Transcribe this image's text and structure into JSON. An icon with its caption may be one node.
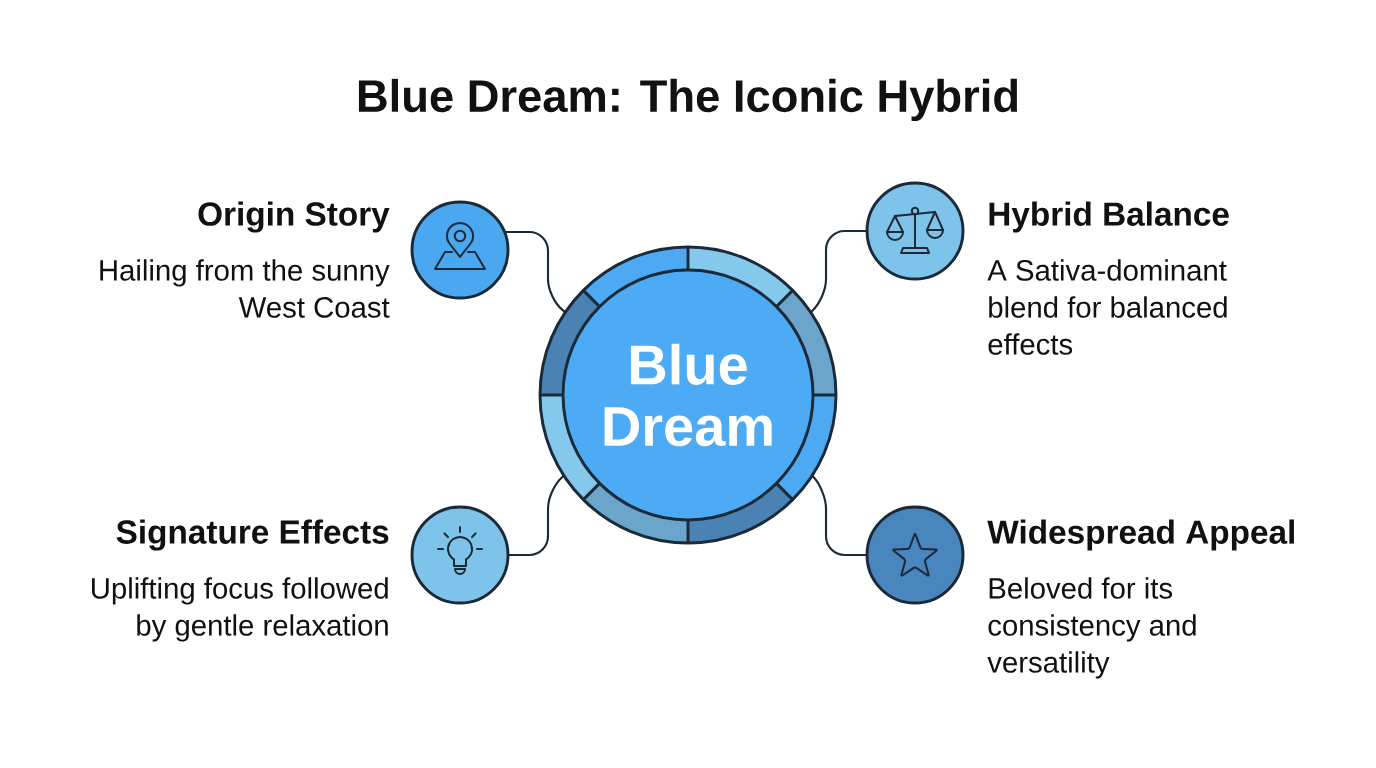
{
  "diagram": {
    "title": "Blue Dream: The Iconic Hybrid",
    "nodes": [
      {
        "text": [
          "Blue Dream"
        ]
      },
      {
        "text": [
          "Origin Story",
          "Hailing from the sunny West Coast"
        ]
      },
      {
        "text": [
          "Hybrid Balance",
          "A Sativa-dominant blend for balanced effects"
        ]
      },
      {
        "text": [
          "Signature Effects",
          "Uplifting focus followed by gentle relaxation"
        ]
      },
      {
        "text": [
          "Widespread Appeal",
          "Beloved for its consistency and versatility"
        ]
      }
    ],
    "edges": [
      {
        "from": 0,
        "to": 1,
        "arrow": "none"
      },
      {
        "from": 0,
        "to": 2,
        "arrow": "none"
      },
      {
        "from": 0,
        "to": 3,
        "arrow": "none"
      },
      {
        "from": 0,
        "to": 4,
        "arrow": "none"
      }
    ]
  }
}
